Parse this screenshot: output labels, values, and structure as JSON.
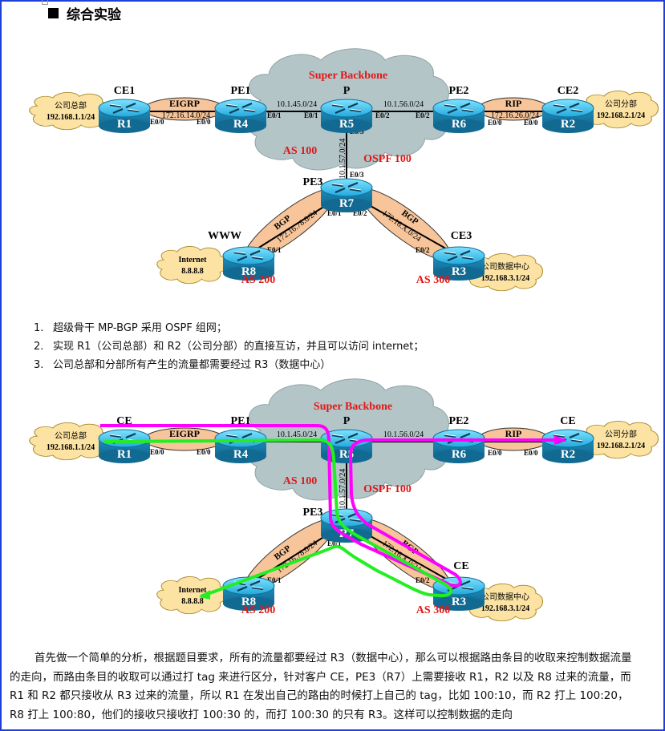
{
  "heading": {
    "bullet": "square",
    "title": "综合实验"
  },
  "diagram": {
    "backbone_title": "Super Backbone",
    "as100": "AS 100",
    "ospf": "OSPF 100",
    "as200": "AS 200",
    "as300": "AS 300",
    "routers": {
      "r1": {
        "name": "R1",
        "role": "CE1"
      },
      "r4": {
        "name": "R4",
        "role": "PE1"
      },
      "r5": {
        "name": "R5",
        "role": "P"
      },
      "r6": {
        "name": "R6",
        "role": "PE2"
      },
      "r2": {
        "name": "R2",
        "role": "CE2"
      },
      "r7": {
        "name": "R7",
        "role": "PE3"
      },
      "r8": {
        "name": "R8",
        "role": "WWW"
      },
      "r3": {
        "name": "R3",
        "role": "CE3"
      }
    },
    "clouds": {
      "hq": {
        "line1": "公司总部",
        "line2": "192.168.1.1/24"
      },
      "branch": {
        "line1": "公司分部",
        "line2": "192.168.2.1/24"
      },
      "internet": {
        "line1": "Internet",
        "line2": "8.8.8.8"
      },
      "dc": {
        "line1": "公司数据中心",
        "line2": "192.168.3.1/24"
      }
    },
    "links": {
      "r1_r4": {
        "protocol": "EIGRP",
        "subnet": "172.16.14.0/24",
        "if_a": "E0/0",
        "if_b": "E0/0"
      },
      "r4_r5": {
        "subnet": "10.1.45.0/24",
        "if_a": "E0/1",
        "if_b": "E0/1"
      },
      "r5_r6": {
        "subnet": "10.1.56.0/24",
        "if_a": "E0/2",
        "if_b": "E0/2"
      },
      "r6_r2": {
        "protocol": "RIP",
        "subnet": "172.16.26.0/24",
        "if_a": "E0/0",
        "if_b": "E0/0"
      },
      "r5_r7": {
        "subnet": "10.1.57.0/24",
        "if_a": "E0/3",
        "if_b": "E0/3"
      },
      "r7_r8": {
        "protocol": "BGP",
        "subnet": "172.16.78.0/24",
        "if_a": "E0/1",
        "if_b": "E0/1"
      },
      "r7_r3": {
        "protocol": "BGP",
        "subnet": "172.16.X.0/24",
        "if_a": "E0/2",
        "if_b": "E0/2"
      }
    },
    "second_roles": {
      "r1": "CE",
      "r2": "CE",
      "r3": "CE"
    },
    "path_colors": {
      "magenta": "#ff00ff",
      "green": "#22ee22"
    }
  },
  "requirements": [
    {
      "num": "1.",
      "text": "超级骨干 MP-BGP 采用 OSPF 组网；"
    },
    {
      "num": "2.",
      "text": "实现 R1（公司总部）和 R2（公司分部）的直接互访，并且可以访问 internet；"
    },
    {
      "num": "3.",
      "text": "公司总部和分部所有产生的流量都需要经过 R3（数据中心）"
    }
  ],
  "paragraph": "首先做一个简单的分析，根据题目要求，所有的流量都要经过 R3（数据中心），那么可以根据路由条目的收取来控制数据流量的走向，而路由条目的收取可以通过打 tag 来进行区分，针对客户 CE，PE3（R7）上需要接收 R1，R2 以及 R8 过来的流量，而 R1 和 R2 都只接收从 R3 过来的流量，所以 R1 在发出自己的路由的时候打上自己的 tag，比如 100:10，而 R2 打上 100:20，R8 打上 100:80，他们的接收只接收打 100:30 的，而打 100:30 的只有 R3。这样可以控制数据的走向"
}
